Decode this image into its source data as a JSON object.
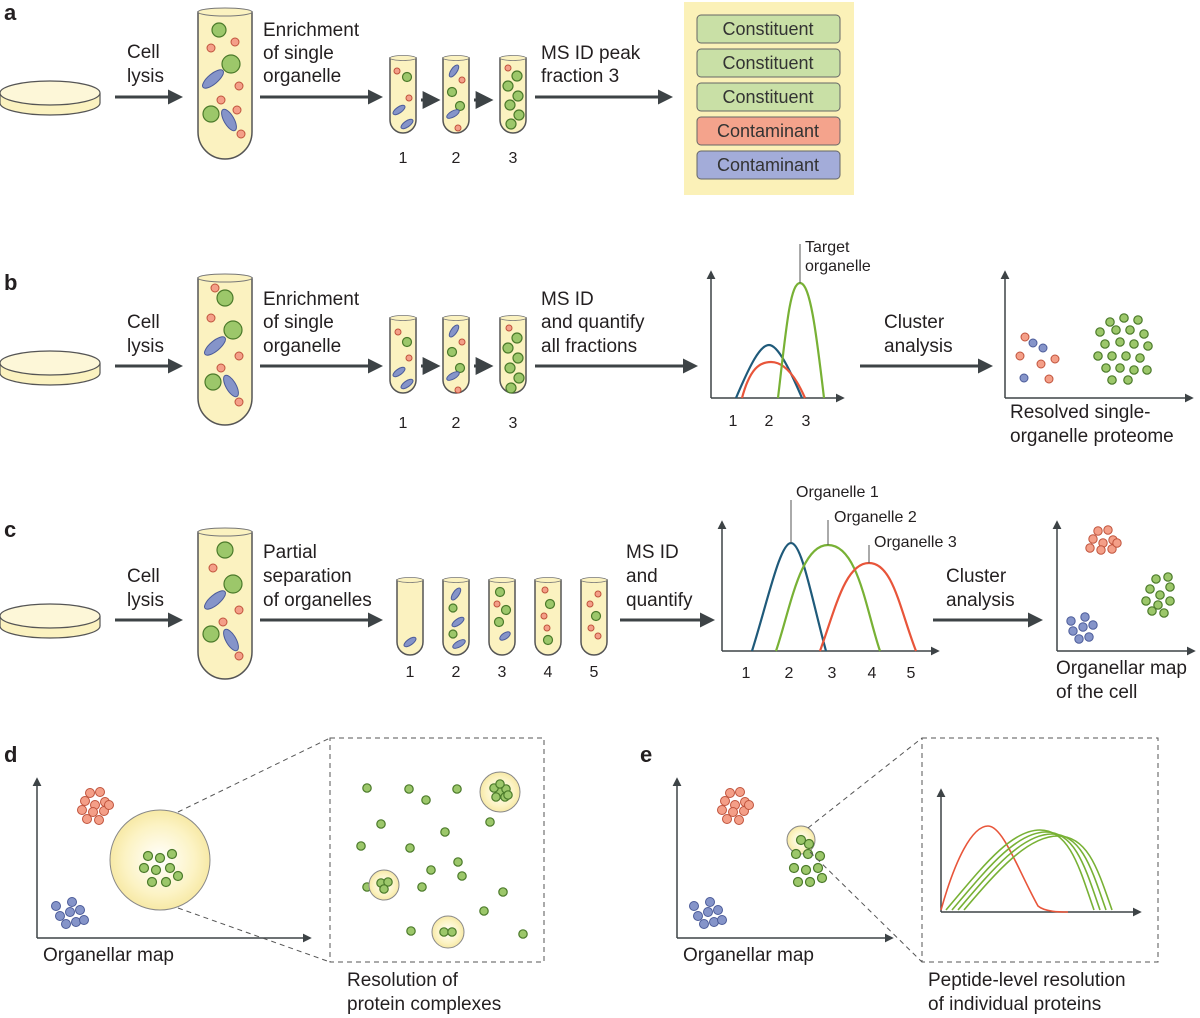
{
  "panels": {
    "a": "a",
    "b": "b",
    "c": "c",
    "d": "d",
    "e": "e"
  },
  "panel_a": {
    "step1": [
      "Cell",
      "lysis"
    ],
    "step2": [
      "Enrichment",
      "of single",
      "organelle"
    ],
    "step3": [
      "MS ID peak",
      "fraction 3"
    ],
    "tube_numbers": [
      "1",
      "2",
      "3"
    ],
    "results": [
      {
        "label": "Constituent",
        "kind": "constituent",
        "color": "#c9e0a6"
      },
      {
        "label": "Constituent",
        "kind": "constituent",
        "color": "#c9e0a6"
      },
      {
        "label": "Constituent",
        "kind": "constituent",
        "color": "#c9e0a6"
      },
      {
        "label": "Contaminant",
        "kind": "contaminant",
        "color": "#f4a38c"
      },
      {
        "label": "Contaminant",
        "kind": "contaminant",
        "color": "#a3acd9"
      }
    ]
  },
  "panel_b": {
    "step1": [
      "Cell",
      "lysis"
    ],
    "step2": [
      "Enrichment",
      "of single",
      "organelle"
    ],
    "step3": [
      "MS ID",
      "and quantify",
      "all fractions"
    ],
    "tube_numbers": [
      "1",
      "2",
      "3"
    ],
    "profile_ticks": [
      "1",
      "2",
      "3"
    ],
    "target_label": [
      "Target",
      "organelle"
    ],
    "step4": [
      "Cluster",
      "analysis"
    ],
    "result": [
      "Resolved single-",
      "organelle proteome"
    ]
  },
  "panel_c": {
    "step1": [
      "Cell",
      "lysis"
    ],
    "step2": [
      "Partial",
      "separation",
      "of organelles"
    ],
    "step3": [
      "MS ID",
      "and",
      "quantify"
    ],
    "tube_numbers": [
      "1",
      "2",
      "3",
      "4",
      "5"
    ],
    "profile_ticks": [
      "1",
      "2",
      "3",
      "4",
      "5"
    ],
    "peaks": [
      "Organelle 1",
      "Organelle 2",
      "Organelle 3"
    ],
    "step4": [
      "Cluster",
      "analysis"
    ],
    "result": [
      "Organellar map",
      "of the cell"
    ]
  },
  "panel_d": {
    "map_label": "Organellar map",
    "zoom_label": [
      "Resolution of",
      "protein complexes"
    ]
  },
  "panel_e": {
    "map_label": "Organellar map",
    "zoom_label": [
      "Peptide-level resolution",
      "of individual proteins"
    ]
  },
  "colors": {
    "constituent": "#9cc76a",
    "contaminant_red": "#f49f88",
    "contaminant_blue": "#8594c9",
    "curve_blue": "#1f5a7a",
    "curve_green": "#78b135",
    "curve_red": "#e8553a",
    "highlight": "#fbf1b8"
  }
}
